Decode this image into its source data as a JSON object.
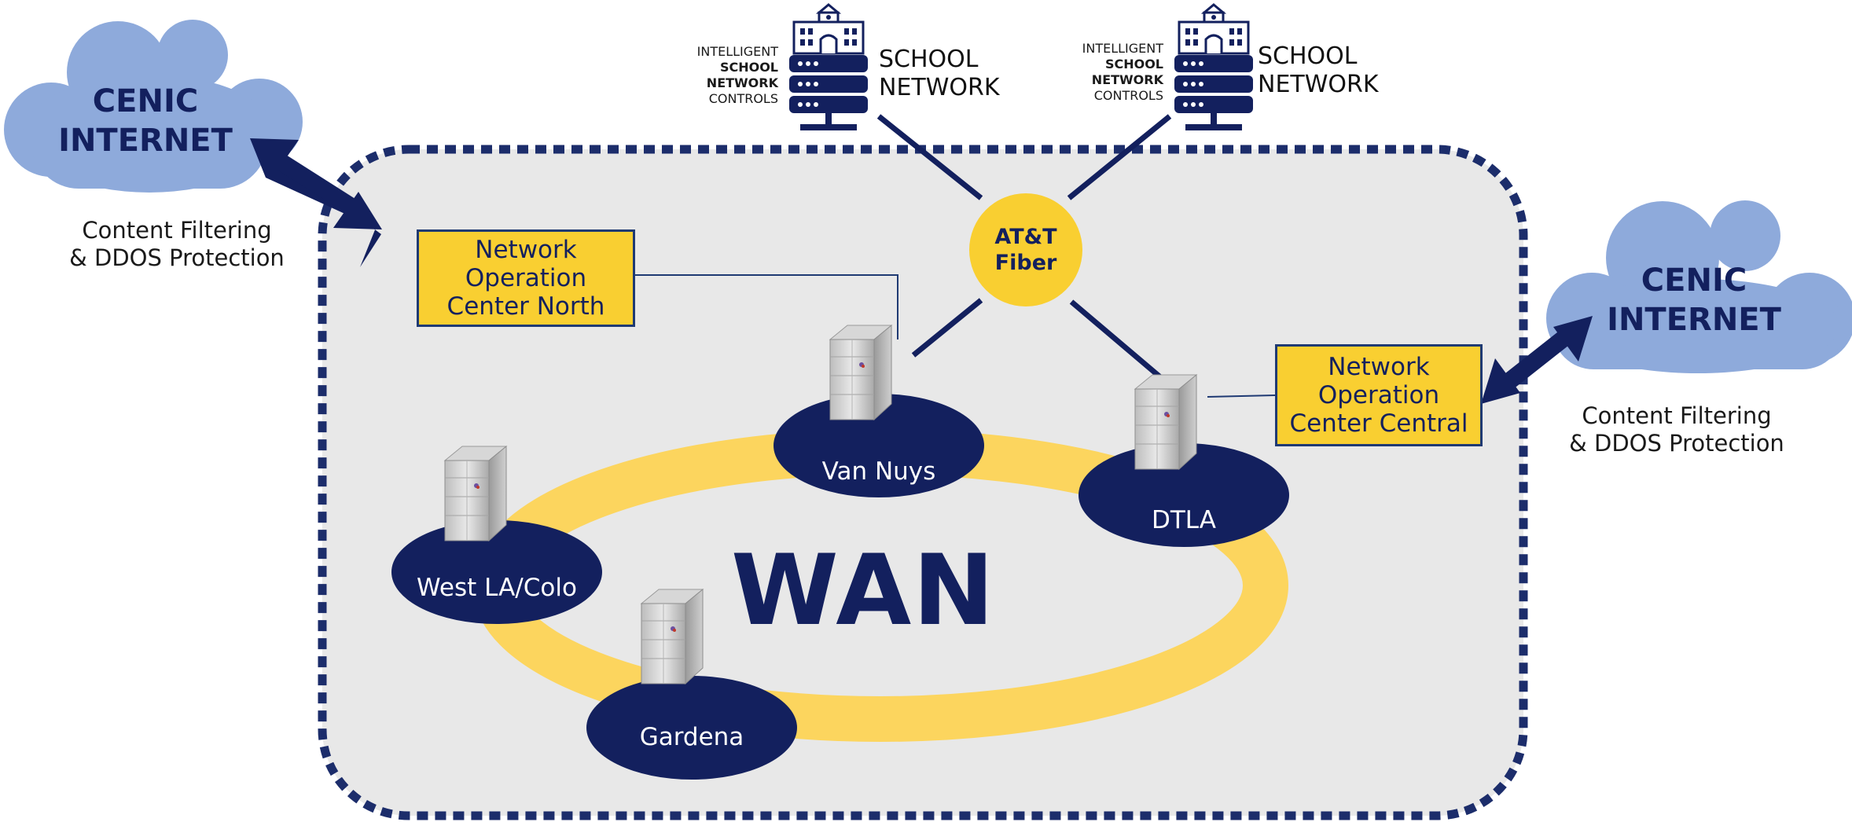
{
  "internet_left": {
    "line1": "CENIC",
    "line2": "INTERNET"
  },
  "internet_right": {
    "line1": "CENIC",
    "line2": "INTERNET"
  },
  "caption_left": {
    "line1": "Content Filtering",
    "line2": "& DDOS Protection"
  },
  "caption_right": {
    "line1": "Content Filtering",
    "line2": "& DDOS Protection"
  },
  "school_left": {
    "controls": [
      "INTELLIGENT",
      "SCHOOL",
      "NETWORK",
      "CONTROLS"
    ],
    "title1": "SCHOOL",
    "title2": "NETWORK"
  },
  "school_right": {
    "controls": [
      "INTELLIGENT",
      "SCHOOL",
      "NETWORK",
      "CONTROLS"
    ],
    "title1": "SCHOOL",
    "title2": "NETWORK"
  },
  "fiber": {
    "line1": "AT&T",
    "line2": "Fiber"
  },
  "noc_north": {
    "line1": "Network",
    "line2": "Operation",
    "line3": "Center North"
  },
  "noc_central": {
    "line1": "Network",
    "line2": "Operation",
    "line3": "Center Central"
  },
  "nodes": {
    "van_nuys": "Van Nuys",
    "dtla": "DTLA",
    "west_la": "West LA/Colo",
    "gardena": "Gardena"
  },
  "wan_label": "WAN",
  "colors": {
    "navy": "#13205e",
    "yellow_box": "#f9cf31",
    "ring": "#fcd55e",
    "cloud": "#8eaadb",
    "panel": "#e8e8e8"
  }
}
